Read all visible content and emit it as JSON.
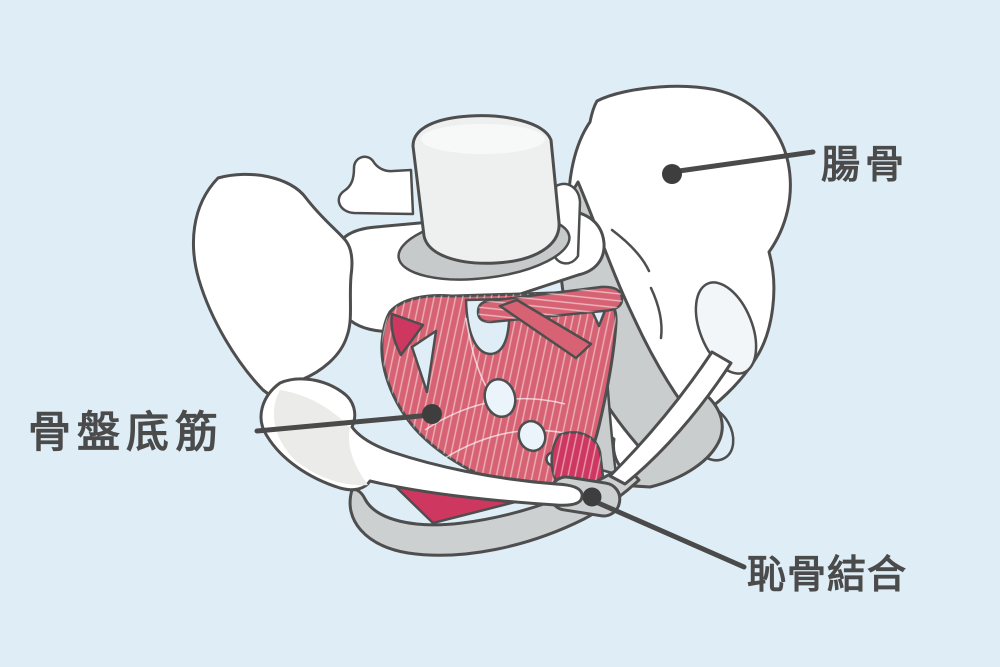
{
  "labels": {
    "ilium": "腸骨",
    "pelvic_floor": "骨盤底筋",
    "pubic_symphysis": "恥骨結合"
  },
  "colors": {
    "background": "#dfeef6",
    "outline": "#4e4e4e",
    "bone": "#ffffff",
    "bone_shadow": "#c9cdce",
    "muscle": "#d76273",
    "muscle_deep": "#ce3760",
    "leader_line": "#4a4a4a",
    "label_text": "#4b4b4b",
    "marker_dot": "#3e3e3e"
  }
}
